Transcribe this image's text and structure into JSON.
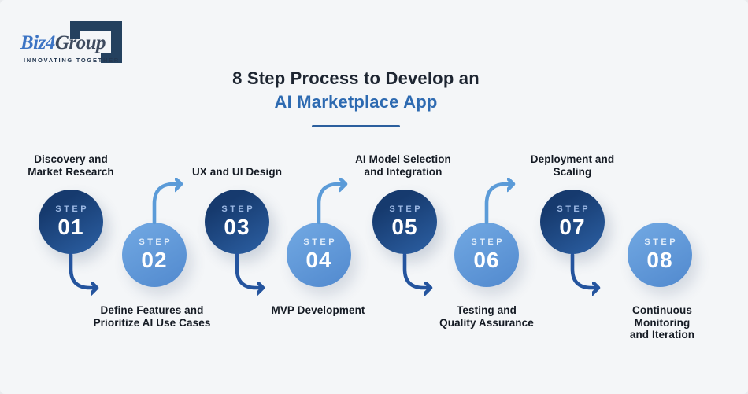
{
  "logo": {
    "brand_blue": "Biz4",
    "brand_dark": "Group",
    "tagline": "INNOVATING TOGETHER"
  },
  "title": {
    "line1": "8 Step Process to Develop an",
    "line2": "AI Marketplace App"
  },
  "colors": {
    "background": "#f4f6f8",
    "title_text": "#1d2531",
    "title_accent": "#2d6ab1",
    "underline": "#2b5f9e",
    "dark_circle_top": "#163a6e",
    "dark_circle_bottom": "#2e63a8",
    "light_circle_top": "#6fa6e1",
    "light_circle_bottom": "#5189ce",
    "dark_arrow": "#24549e",
    "light_arrow": "#5b9bd8",
    "label_text": "#151b24"
  },
  "steps": [
    {
      "word": "STEP",
      "number": "01",
      "label": "Discovery and\nMarket Research"
    },
    {
      "word": "STEP",
      "number": "02",
      "label": "Define Features and\nPrioritize AI Use Cases"
    },
    {
      "word": "STEP",
      "number": "03",
      "label": "UX and UI Design"
    },
    {
      "word": "STEP",
      "number": "04",
      "label": "MVP Development"
    },
    {
      "word": "STEP",
      "number": "05",
      "label": "AI Model Selection\nand Integration"
    },
    {
      "word": "STEP",
      "number": "06",
      "label": "Testing and\nQuality Assurance"
    },
    {
      "word": "STEP",
      "number": "07",
      "label": "Deployment and\nScaling"
    },
    {
      "word": "STEP",
      "number": "08",
      "label": "Continuous Monitoring\nand Iteration"
    }
  ]
}
